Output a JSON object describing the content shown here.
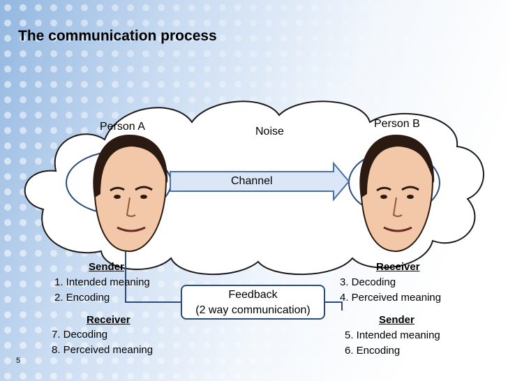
{
  "title": "The communication process",
  "page_number": "5",
  "noise_label": "Noise",
  "channel_label": "Channel",
  "person_a": {
    "name": "Person A",
    "as_sender": {
      "role": "Sender",
      "items": [
        "1. Intended meaning",
        "2. Encoding"
      ]
    },
    "as_receiver": {
      "role": "Receiver",
      "items": [
        "7. Decoding",
        "8. Perceived meaning"
      ]
    }
  },
  "person_b": {
    "name": "Person B",
    "as_receiver": {
      "role": "Receiver",
      "items": [
        "3. Decoding",
        "4. Perceived meaning"
      ]
    },
    "as_sender": {
      "role": "Sender",
      "items": [
        "5. Intended meaning",
        "6. Encoding"
      ]
    }
  },
  "feedback": {
    "line1": "Feedback",
    "line2": "(2 way communication)"
  },
  "colors": {
    "arrow_fill": "#dbe7f7",
    "arrow_stroke": "#4a6fa5",
    "feedback_line": "#2b4a7a",
    "cloud_stroke": "#1a1a1a"
  }
}
